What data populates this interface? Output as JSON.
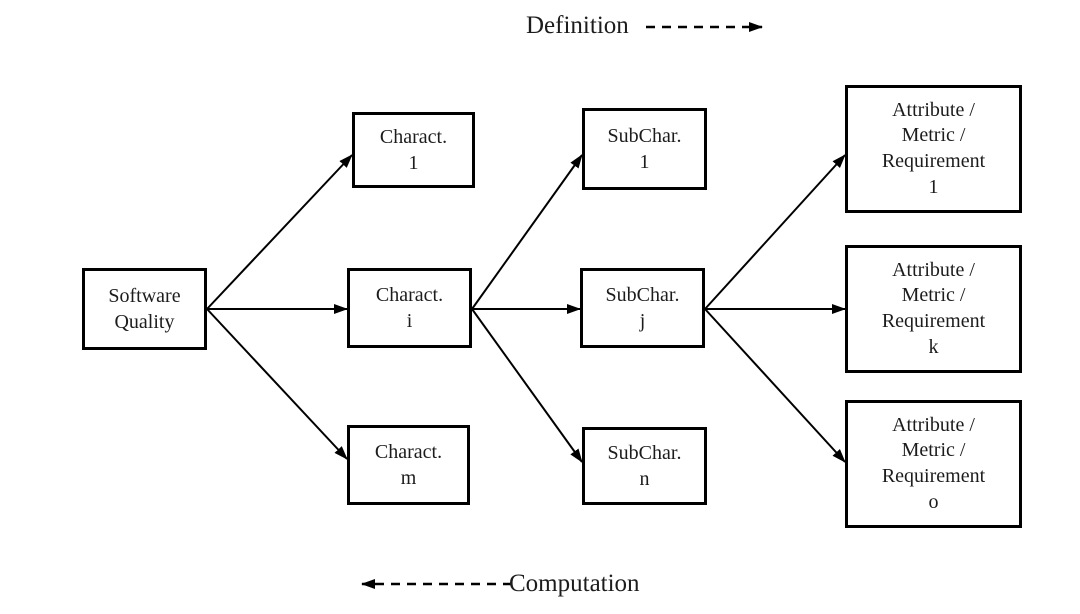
{
  "page": {
    "background_color": "#ffffff",
    "line_color": "#000000",
    "text_color": "#1c1c1c"
  },
  "flow_labels": {
    "definition": "Definition",
    "computation": "Computation"
  },
  "boxes": [
    {
      "name": "software-quality",
      "label": "Software\nQuality"
    },
    {
      "name": "charact-1",
      "label": "Charact.\n1"
    },
    {
      "name": "charact-i",
      "label": "Charact.\ni"
    },
    {
      "name": "charact-m",
      "label": "Charact.\nm"
    },
    {
      "name": "subchar-1",
      "label": "SubChar.\n1"
    },
    {
      "name": "subchar-j",
      "label": "SubChar.\nj"
    },
    {
      "name": "subchar-n",
      "label": "SubChar.\nn"
    },
    {
      "name": "attribute-metric-requirement-1",
      "label": "Attribute /\nMetric /\nRequirement\n1"
    },
    {
      "name": "attribute-metric-requirement-k",
      "label": "Attribute /\nMetric /\nRequirement\nk"
    },
    {
      "name": "attribute-metric-requirement-o",
      "label": "Attribute /\nMetric /\nRequirement\no"
    }
  ],
  "edges": [
    {
      "from": "software-quality",
      "to": "charact-1",
      "style": "solid-arrow"
    },
    {
      "from": "software-quality",
      "to": "charact-i",
      "style": "solid-arrow"
    },
    {
      "from": "software-quality",
      "to": "charact-m",
      "style": "solid-arrow"
    },
    {
      "from": "charact-i",
      "to": "subchar-1",
      "style": "solid-arrow"
    },
    {
      "from": "charact-i",
      "to": "subchar-j",
      "style": "solid-arrow"
    },
    {
      "from": "charact-i",
      "to": "subchar-n",
      "style": "solid-arrow"
    },
    {
      "from": "subchar-j",
      "to": "attribute-metric-requirement-1",
      "style": "solid-arrow"
    },
    {
      "from": "subchar-j",
      "to": "attribute-metric-requirement-k",
      "style": "solid-arrow"
    },
    {
      "from": "subchar-j",
      "to": "attribute-metric-requirement-o",
      "style": "solid-arrow"
    },
    {
      "from": "definition-label",
      "to": "right",
      "style": "dashed-arrow"
    },
    {
      "from": "computation-label",
      "to": "left",
      "style": "dashed-arrow"
    }
  ]
}
